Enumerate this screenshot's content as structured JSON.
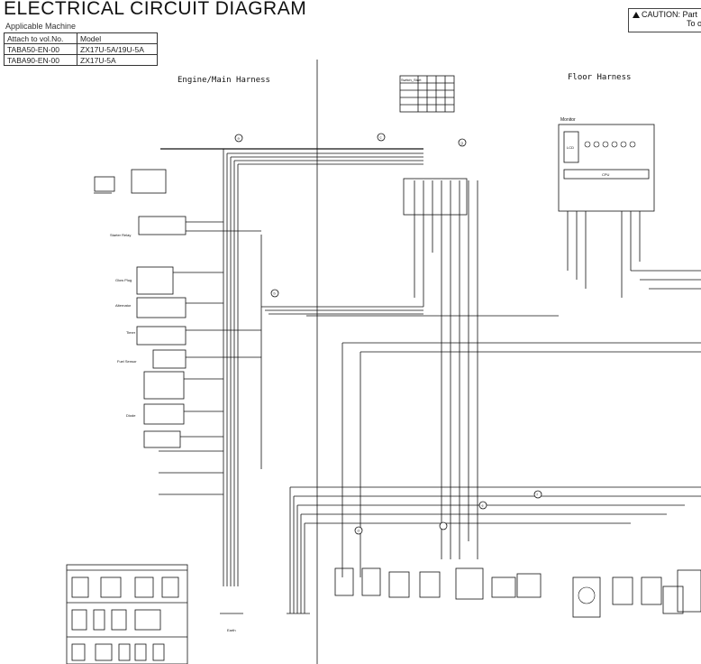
{
  "header": {
    "title": "ELECTRICAL CIRCUIT DIAGRAM",
    "subtitle": "Applicable Machine"
  },
  "applicability": {
    "headers": [
      "Attach to vol.No.",
      "Model"
    ],
    "rows": [
      [
        "TABA50-EN-00",
        "ZX17U-5A/19U-5A"
      ],
      [
        "TABA90-EN-00",
        "ZX17U-5A"
      ]
    ]
  },
  "caution": {
    "line1": "CAUTION: Part",
    "line2": "To o"
  },
  "harness_labels": {
    "engine": "Engine/Main Harness",
    "floor": "Floor Harness"
  },
  "components": {
    "monitor": "Monitor",
    "lcd": "LCD",
    "cpu": "CPU",
    "key_switch": "Switch_Start",
    "starter_relay": "Starter Relay",
    "glow_plug": "Glow Plug",
    "alternator": "Alternator",
    "timer": "Timer",
    "fuel_sensor": "Fuel Sensor",
    "diode": "Diode",
    "earth": "Earth"
  },
  "connector_markers": [
    "a",
    "b",
    "c",
    "d",
    "e",
    "f",
    "g"
  ],
  "colors": {
    "line": "#111111",
    "background": "#ffffff"
  }
}
